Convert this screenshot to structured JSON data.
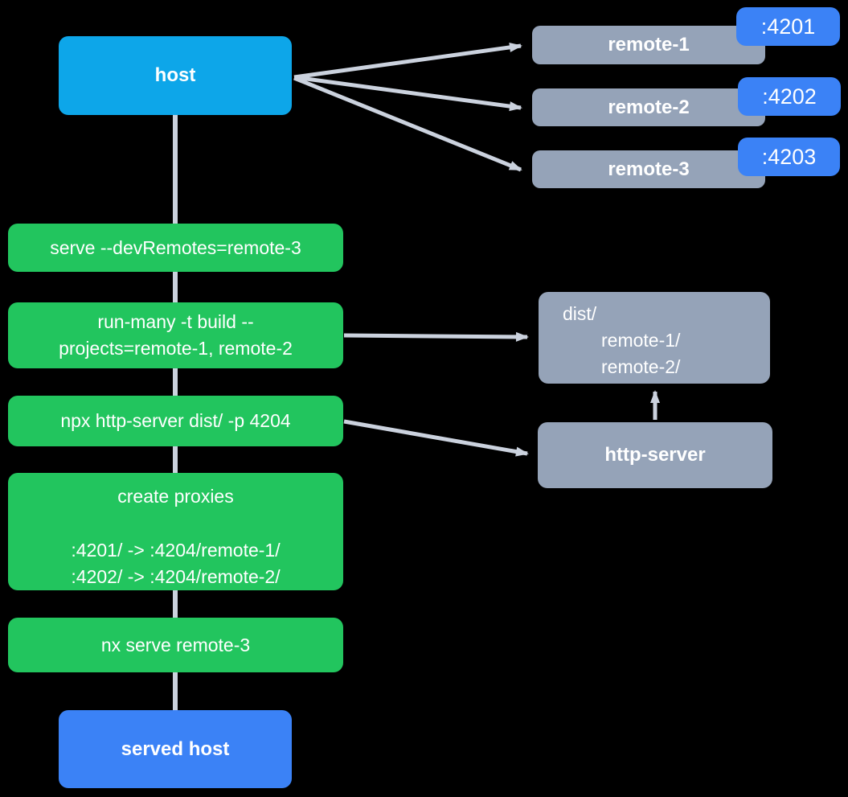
{
  "colors": {
    "background": "#000000",
    "host_blue": "#0da6e9",
    "port_blue": "#3b82f6",
    "node_gray": "#95a3b8",
    "command_green": "#22c55e",
    "connector_gray": "#cbd2de",
    "text": "#ffffff"
  },
  "host": {
    "label": "host"
  },
  "remotes": [
    {
      "label": "remote-1",
      "port": ":4201"
    },
    {
      "label": "remote-2",
      "port": ":4202"
    },
    {
      "label": "remote-3",
      "port": ":4203"
    }
  ],
  "commands": {
    "serve": "serve --devRemotes=remote-3",
    "run_many_line1": "run-many -t build --",
    "run_many_line2": "projects=remote-1, remote-2",
    "http_server": "npx http-server dist/ -p 4204",
    "proxies_title": "create proxies",
    "proxy_map_1": ":4201/ -> :4204/remote-1/",
    "proxy_map_2": ":4202/ -> :4204/remote-2/",
    "nx_serve": "nx serve remote-3"
  },
  "dist": {
    "title": "dist/",
    "entries": [
      "remote-1/",
      "remote-2/"
    ]
  },
  "http_server": {
    "label": "http-server"
  },
  "served_host": {
    "label": "served host"
  }
}
